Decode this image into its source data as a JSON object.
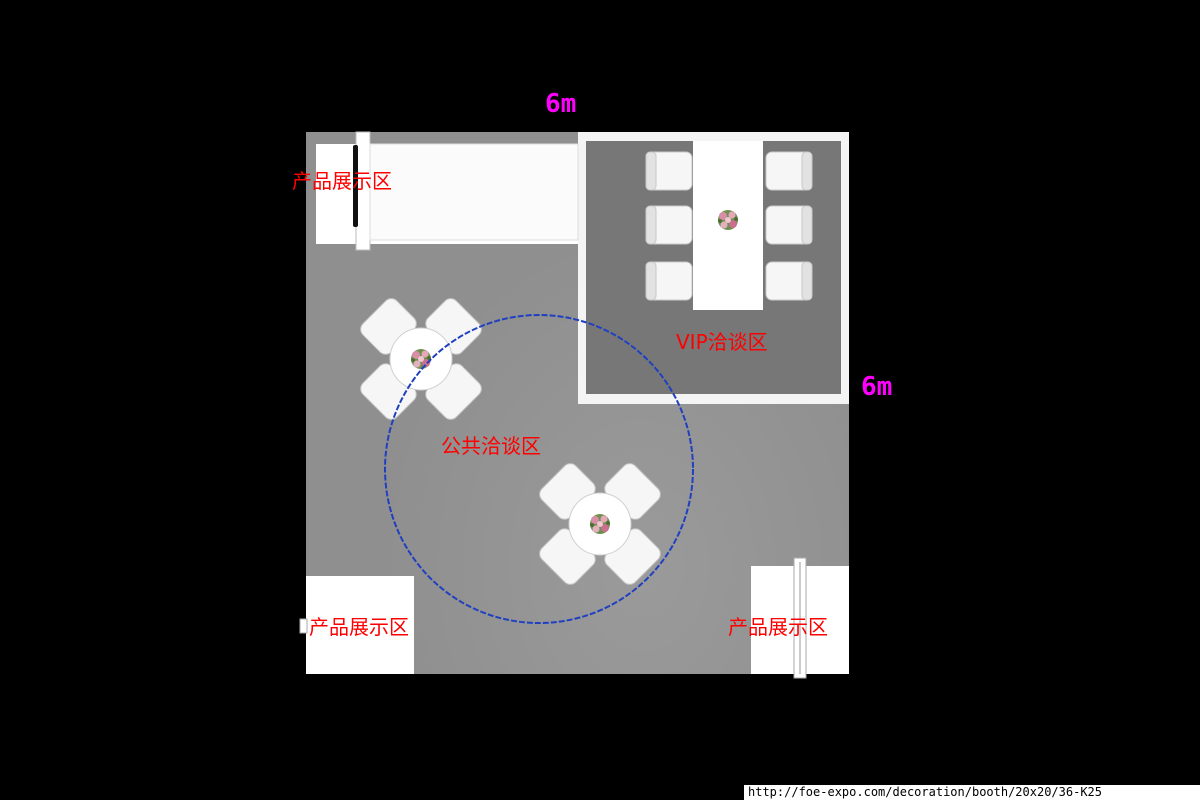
{
  "dimensions": {
    "width_label": "6m",
    "depth_label": "6m"
  },
  "zones": {
    "product_top_left": "产品展示区",
    "product_bottom_left": "产品展示区",
    "product_bottom_right": "产品展示区",
    "vip": "VIP洽谈区",
    "public": "公共洽谈区"
  },
  "footer": {
    "url": "http://foe-expo.com/decoration/booth/20x20/36-K25"
  },
  "colors": {
    "dimension": "#ff00ff",
    "zone_label": "#ff0000",
    "circle": "#2040c0",
    "background": "#000000",
    "floor": "#8f8f8f",
    "furniture": "#ffffff"
  },
  "icons": {
    "chair": "chair-icon",
    "flower": "flower-icon"
  }
}
